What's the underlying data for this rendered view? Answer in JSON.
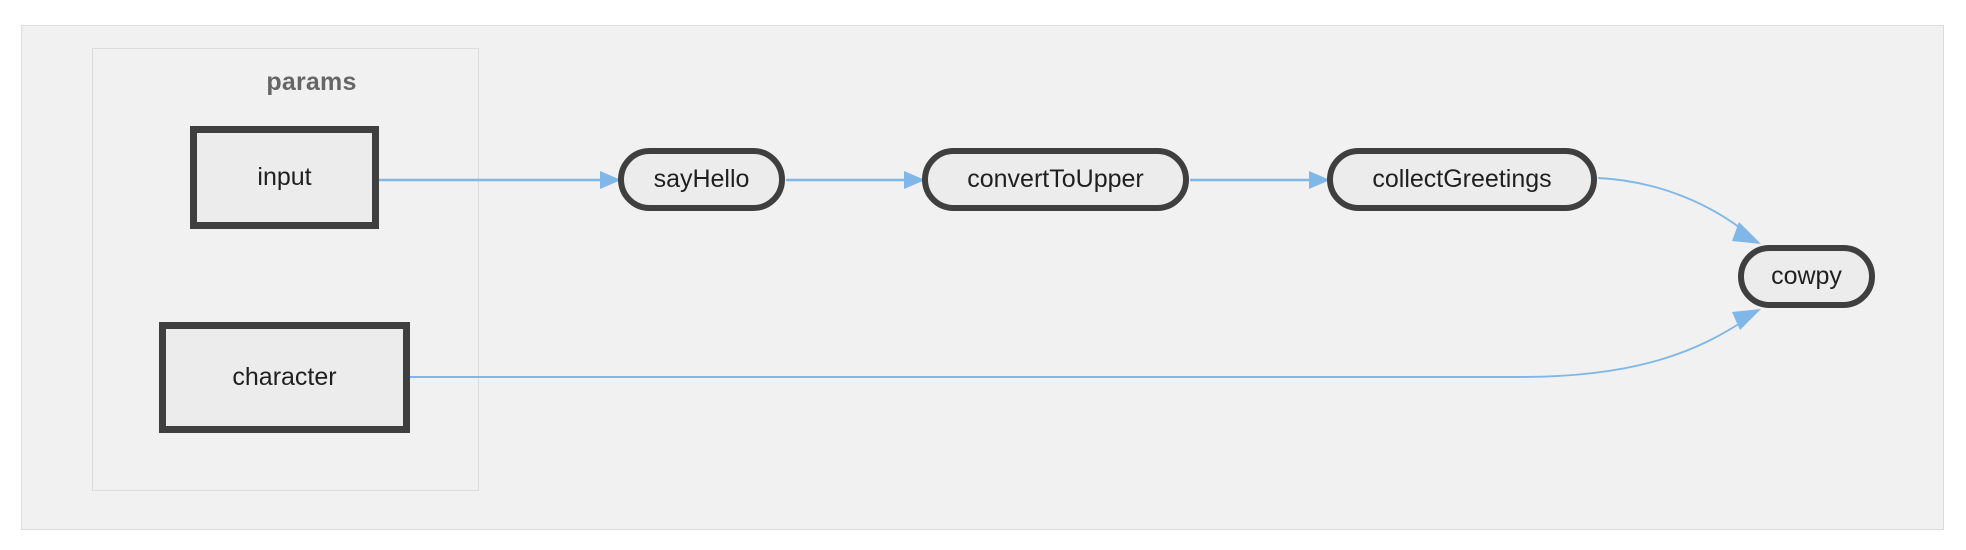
{
  "diagram": {
    "type": "flowchart",
    "direction": "left-to-right",
    "container": {
      "name": "flowchart-canvas"
    },
    "subgraphs": [
      {
        "id": "params",
        "label": "params"
      }
    ],
    "nodes": [
      {
        "id": "input",
        "label": "input",
        "shape": "rect",
        "group": "params"
      },
      {
        "id": "character",
        "label": "character",
        "shape": "rect",
        "group": "params"
      },
      {
        "id": "sayHello",
        "label": "sayHello",
        "shape": "stadium",
        "group": null
      },
      {
        "id": "convertToUpper",
        "label": "convertToUpper",
        "shape": "stadium",
        "group": null
      },
      {
        "id": "collectGreetings",
        "label": "collectGreetings",
        "shape": "stadium",
        "group": null
      },
      {
        "id": "cowpy",
        "label": "cowpy",
        "shape": "stadium",
        "group": null
      }
    ],
    "edges": [
      {
        "from": "input",
        "to": "sayHello",
        "style": "straight",
        "arrow": "to"
      },
      {
        "from": "sayHello",
        "to": "convertToUpper",
        "style": "straight",
        "arrow": "to"
      },
      {
        "from": "convertToUpper",
        "to": "collectGreetings",
        "style": "straight",
        "arrow": "to"
      },
      {
        "from": "collectGreetings",
        "to": "cowpy",
        "style": "curved",
        "arrow": "to"
      },
      {
        "from": "character",
        "to": "cowpy",
        "style": "curved",
        "arrow": "to"
      }
    ],
    "colors": {
      "edge": "#7fb8e8",
      "node_border": "#3f3f3f",
      "node_fill": "#ececec",
      "container_fill": "#f1f1f1",
      "container_border": "#dcdcdc",
      "subgraph_label": "#666666",
      "node_label": "#1f1f1f"
    }
  }
}
